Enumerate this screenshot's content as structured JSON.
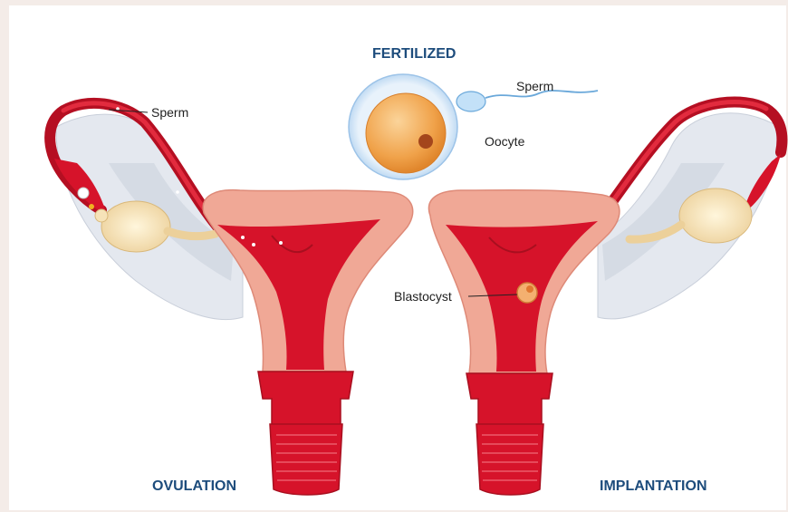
{
  "titles": {
    "fertilized": "FERTILIZED",
    "ovulation": "OVULATION",
    "implantation": "IMPLANTATION"
  },
  "labels": {
    "sperm_left": "Sperm",
    "sperm_top": "Sperm",
    "oocyte": "Oocyte",
    "blastocyst": "Blastocyst"
  },
  "colors": {
    "uterus_wall": "#f0a896",
    "uterine_cavity": "#d6132a",
    "dark_red": "#a80f1f",
    "ovary": "#f6e3b8",
    "ligament": "#dfe3ec",
    "oocyte_fill": "#f0a24a",
    "zona": "#cfe4f6",
    "title_blue": "#1d4c7c"
  }
}
